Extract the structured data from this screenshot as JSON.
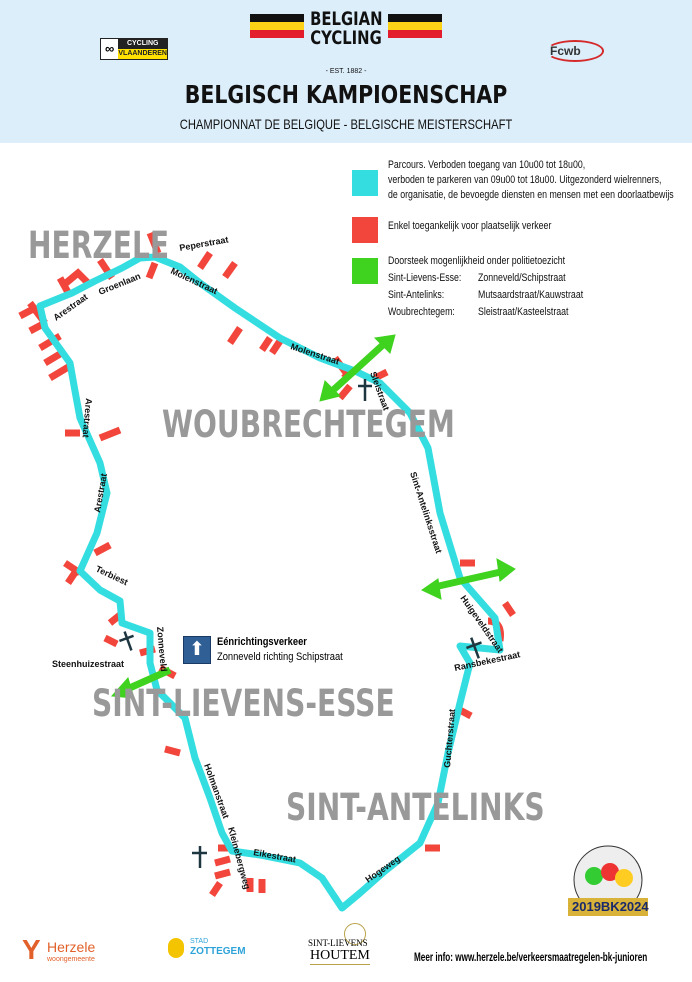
{
  "header": {
    "brand_line1": "BELGIAN",
    "brand_line2": "CYCLING",
    "brand_est": "- EST. 1882 -",
    "title": "BELGISCH KAMPIOENSCHAP",
    "subtitle": "CHAMPIONNAT DE BELGIQUE - BELGISCHE MEISTERSCHAFT",
    "logo_left_line1": "CYCLING",
    "logo_left_line2": "VLAANDEREN",
    "logo_right": "Fcwb"
  },
  "legend": {
    "route_line1": "Parcours. Verboden toegang van 10u00 tot 18u00,",
    "route_line2": "verboden te parkeren van 09u00 tot 18u00. Uitgezonderd wielrenners,",
    "route_line3": "de organisatie, de bevoegde diensten en mensen met een doorlaatbewijs",
    "local_traffic": "Enkel toegankelijk voor plaatselijk verkeer",
    "crossing_title": "Doorsteek mogenlijkheid onder politietoezicht",
    "crossings": [
      {
        "place": "Sint-Lievens-Esse:",
        "streets": "Zonneveld/Schipstraat"
      },
      {
        "place": "Sint-Antelinks:",
        "streets": "Mutsaardstraat/Kauwstraat"
      },
      {
        "place": "Woubrechtegem:",
        "streets": "Sleistraat/Kasteelstraat"
      }
    ],
    "colors": {
      "route": "#34dde0",
      "local": "#f2463c",
      "crossing": "#3fd21f"
    }
  },
  "places": [
    "HERZELE",
    "WOUBRECHTEGEM",
    "SINT-LIEVENS-ESSE",
    "SINT-ANTELINKS"
  ],
  "streets": [
    "Peperstraat",
    "Groenlaan",
    "Arestraat",
    "Molenstraat",
    "Molenstraat",
    "Arestraat",
    "Arestraat",
    "Terbiest",
    "Sint-Antelinksstraat",
    "Huigeveldstraat",
    "Ransbekestraat",
    "Guchterstraat",
    "Hogeweg",
    "Eikestraat",
    "Holmanstraat",
    "Steenhuizestraat",
    "Zonneveld",
    "Kleinebergweg",
    "Sleistraat"
  ],
  "oneway": {
    "title": "Eénrichtingsverkeer",
    "desc": "Zonneveld richting Schipstraat"
  },
  "footer": {
    "info": "Meer info: www.herzele.be/verkeersmaatregelen-bk-junioren",
    "logo1_name": "Herzele",
    "logo1_sub": "woongemeente",
    "logo2_top": "STAD",
    "logo2_name": "ZOTTEGEM",
    "logo3_top": "SINT-LIEVENS",
    "logo3_name": "HOUTEM",
    "badge": "2019BK2024"
  }
}
